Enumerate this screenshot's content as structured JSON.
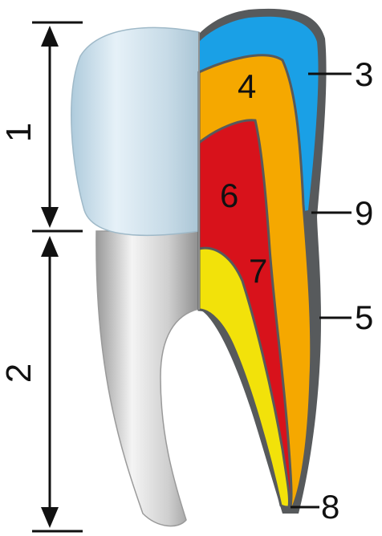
{
  "labels": {
    "segment_1": "1",
    "segment_2": "2",
    "part_3": "3",
    "part_4": "4",
    "part_5": "5",
    "part_6": "6",
    "part_7": "7",
    "part_8": "8",
    "part_9": "9"
  },
  "colors": {
    "enamel": "#1aa0e6",
    "dentin": "#f5a800",
    "pulp_chamber": "#d8121b",
    "cementum": "#575a5c",
    "root_canal": "#f2e20a",
    "outline": "#6e6e6e",
    "leader": "#111111"
  }
}
